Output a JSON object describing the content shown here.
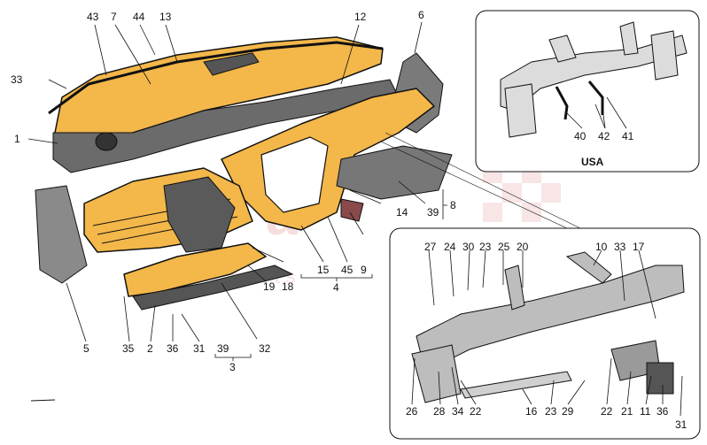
{
  "watermark": {
    "brand": "a",
    "sub": "p a r t s"
  },
  "inset_top": {
    "title": "USA",
    "callouts": [
      "40",
      "42",
      "41"
    ]
  },
  "main_callouts": {
    "c43": "43",
    "c7": "7",
    "c44": "44",
    "c13": "13",
    "c12": "12",
    "c6": "6",
    "c33": "33",
    "c1": "1",
    "c14": "14",
    "c39a": "39",
    "c8": "8",
    "c9": "9",
    "c45": "45",
    "c15": "15",
    "c4": "4",
    "c18": "18",
    "c19": "19",
    "c32": "32",
    "c5": "5",
    "c35": "35",
    "c2": "2",
    "c36": "36",
    "c31": "31",
    "c39b": "39",
    "c3": "3"
  },
  "inset_bottom": {
    "callouts_top": [
      "27",
      "24",
      "30",
      "23",
      "25",
      "20",
      "10",
      "33",
      "17"
    ],
    "callouts_bottom": [
      "26",
      "28",
      "34",
      "22",
      "16",
      "23",
      "29",
      "22",
      "21",
      "11",
      "36",
      "31"
    ]
  },
  "colors": {
    "part": "#f3b74a",
    "part_dark": "#c98a25",
    "frame": "#c9c9c9",
    "line": "#111111",
    "watermark": "#f2c4c4"
  }
}
